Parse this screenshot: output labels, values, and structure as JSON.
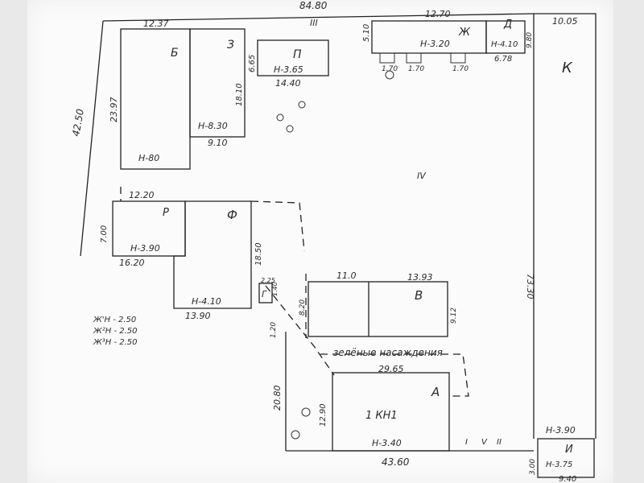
{
  "plan": {
    "labels": {
      "top_length": "84.80",
      "top_right_len": "12.70",
      "top_right_corner": "10.05",
      "left_diag": "42.50",
      "b_top": "12.37",
      "b_height": "23.97",
      "b_letter": "Б",
      "b_h": "Н-80",
      "z_letter": "З",
      "z_h": "Н-8.30",
      "z_width": "9.10",
      "z_side": "18.10",
      "p_letter": "П",
      "p_h": "Н-3.65",
      "p_width": "14.40",
      "p_side": "6.65",
      "zh_letter": "Ж",
      "zh_h": "Н-3.20",
      "zh_side": "5.10",
      "d_letter": "Д",
      "d_h": "Н-4.10",
      "d_width": "6.78",
      "d_side": "9.80",
      "k_letter": "К",
      "k_side": "73.30",
      "k_h": "Н-3.90",
      "r_width_top": "12.20",
      "r_letter": "Р",
      "r_side": "7.00",
      "r_h": "Н-3.90",
      "r_width": "16.20",
      "f_letter": "Ф",
      "f_side": "18.50",
      "f_h": "Н-4.10",
      "f_width": "13.90",
      "g_letter": "Г",
      "g_dim": "2.25",
      "g_dim2": "1.40",
      "roman_3": "III",
      "roman_4": "IV",
      "roman_1": "I",
      "roman_5": "V",
      "roman_2": "II",
      "v_width": "11.0",
      "v_width2": "13.93",
      "v_letter": "В",
      "v_side": "9.12",
      "v_left": "8.20",
      "green": "зелёные насаждения",
      "a_width": "29.65",
      "a_letter": "А",
      "a_name": "1 КН1",
      "a_h": "Н-3.40",
      "a_side": "12.90",
      "bottom_len": "43.60",
      "left_lower": "20.80",
      "left_small": "1.20",
      "i_letter": "И",
      "i_h": "Н-3.75",
      "i_width": "9.40",
      "i_side": "3.00",
      "small_170a": "1.70",
      "small_170b": "1.70",
      "small_170c": "1.70",
      "notes": [
        "Ж'Н - 2.50",
        "Ж²Н - 2.50",
        "Ж³Н - 2.50"
      ]
    }
  }
}
